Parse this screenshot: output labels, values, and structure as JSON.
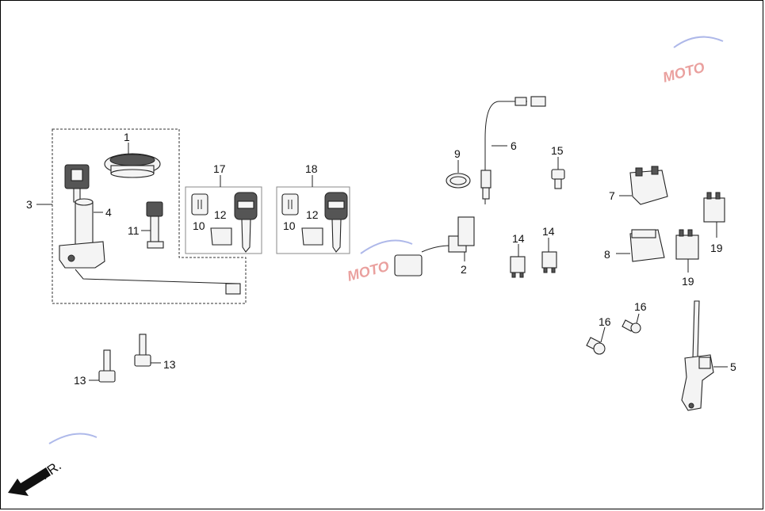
{
  "callouts": {
    "c1": "1",
    "c2": "2",
    "c3": "3",
    "c4": "4",
    "c5": "5",
    "c6": "6",
    "c7": "7",
    "c8": "8",
    "c9": "9",
    "c10a": "10",
    "c10b": "10",
    "c11": "11",
    "c12a": "12",
    "c12b": "12",
    "c13a": "13",
    "c13b": "13",
    "c14a": "14",
    "c14b": "14",
    "c15": "15",
    "c16a": "16",
    "c16b": "16",
    "c17": "17",
    "c18": "18",
    "c19a": "19",
    "c19b": "19"
  },
  "front_indicator": "FR.",
  "watermark": "MOTO",
  "colors": {
    "line": "#222222",
    "frame": "#000000",
    "watermark_red": "#d9534f",
    "watermark_blue": "#6c7fd8"
  }
}
